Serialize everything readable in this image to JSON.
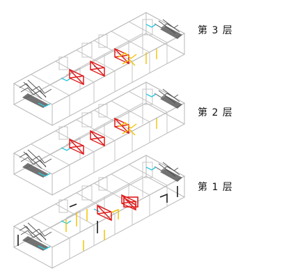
{
  "floors": [
    {
      "id": "floor-3",
      "label": "第 3 层"
    },
    {
      "id": "floor-2",
      "label": "第 2 层"
    },
    {
      "id": "floor-1",
      "label": "第 1 层"
    }
  ],
  "colors": {
    "background": "#ffffff",
    "wall": "#b8b8b8",
    "fixture_red": "#e01818",
    "fixture_yellow": "#f2c200",
    "fixture_cyan": "#2ec8e0",
    "fixture_dark": "#1a1a1a",
    "stair": "#555555"
  }
}
